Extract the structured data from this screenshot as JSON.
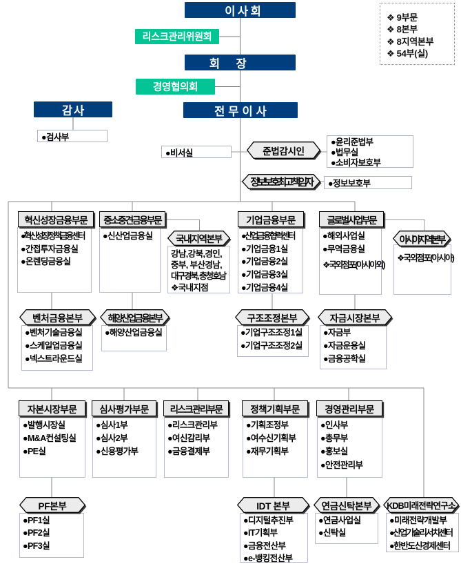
{
  "colors": {
    "navy": "#003e7e",
    "green": "#02c494",
    "header_fill": "#e9e9e9",
    "hex_fill": "#ececec",
    "shadow": "#3b3b3b",
    "line": "#8a8a8a",
    "item_border": "#b4bad2"
  },
  "legend": {
    "items": [
      "❖ 9부문",
      "❖ 8본부",
      "❖ 8지역본부",
      "❖ 54부(실)"
    ]
  },
  "top": {
    "board": "이사회",
    "risk_committee": "리스크관리위원회",
    "chairman": "회　장",
    "management_council": "경영협의회",
    "auditor": "감사",
    "executive_director": "전무이사",
    "audit_dept": "●검사부",
    "secretariat": "●비서실",
    "compliance_officer": "준법감시인",
    "compliance_depts": [
      "●윤리준법부",
      "●법무실",
      "●소비자보호부"
    ],
    "ciso": "정보보호최고책임자",
    "ciso_dept": "●정보보호부"
  },
  "row1": {
    "divisions": [
      {
        "title": "혁신성장금융부문",
        "items": [
          "●혁신성장정책금융센터",
          "●간접투자금융실",
          "●온렌딩금융실"
        ]
      },
      {
        "title": "중소중견금융부문",
        "items": [
          "●신산업금융실"
        ]
      },
      {
        "title": "기업금융부문",
        "items": [
          "●산업금융협력센터",
          "●기업금융1실",
          "●기업금융2실",
          "●기업금융3실",
          "●기업금융4실"
        ]
      },
      {
        "title": "글로벌사업부문",
        "items": [
          "●해외사업실",
          "●무역금융실",
          "❖국외점포(아시아외)"
        ]
      }
    ],
    "domestic_hq": {
      "title": "국내지역본부",
      "lines": [
        "강남,강북,경인,",
        "중부, 부산경남,",
        "대구경북, 충청호남",
        "❖국내지점"
      ]
    },
    "asia_hq": {
      "title": "아시아지역본부",
      "items": [
        "❖국외점포(아시아)"
      ]
    }
  },
  "row2": {
    "hqs": [
      {
        "title": "벤처금융본부",
        "items": [
          "●벤처기술금융실",
          "●스케일업금융실",
          "●넥스트라운드실"
        ]
      },
      {
        "title": "해양산업금융본부",
        "items": [
          "●해양산업금융실"
        ]
      },
      {
        "title": "구조조정본부",
        "items": [
          "●기업구조조정1실",
          "●기업구조조정2실"
        ]
      },
      {
        "title": "자금시장본부",
        "items": [
          "●자금부",
          "●자금운용실",
          "●금융공학실"
        ]
      }
    ]
  },
  "row3": {
    "divisions": [
      {
        "title": "자본시장부문",
        "items": [
          "●발행시장실",
          "●M&A컨설팅실",
          "●PE실"
        ]
      },
      {
        "title": "심사평가부문",
        "items": [
          "●심사1부",
          "●심사2부",
          "●신용평가부"
        ]
      },
      {
        "title": "리스크관리부문",
        "items": [
          "●리스크관리부",
          "●여신감리부",
          "●금융결제부"
        ]
      },
      {
        "title": "정책기획부문",
        "items": [
          "●기획조정부",
          "●여수신기획부",
          "●재무기획부"
        ]
      },
      {
        "title": "경영관리부문",
        "items": [
          "●인사부",
          "●총무부",
          "●홍보실",
          "●안전관리부"
        ]
      }
    ]
  },
  "row4": {
    "hqs": [
      {
        "title": "PF본부",
        "items": [
          "●PF1실",
          "●PF2실",
          "●PF3실"
        ]
      },
      {
        "title": "IDT 본부",
        "items": [
          "●디지털추진부",
          "●IT기획부",
          "●금융전산부",
          "●e-뱅킹전산부"
        ]
      },
      {
        "title": "연금신탁본부",
        "items": [
          "●연금사업실",
          "●신탁실"
        ]
      },
      {
        "title": "KDB미래전략연구소",
        "items": [
          "●미래전략개발부",
          "●산업기술리서치센터",
          "●한반도신경제센터"
        ]
      }
    ]
  }
}
